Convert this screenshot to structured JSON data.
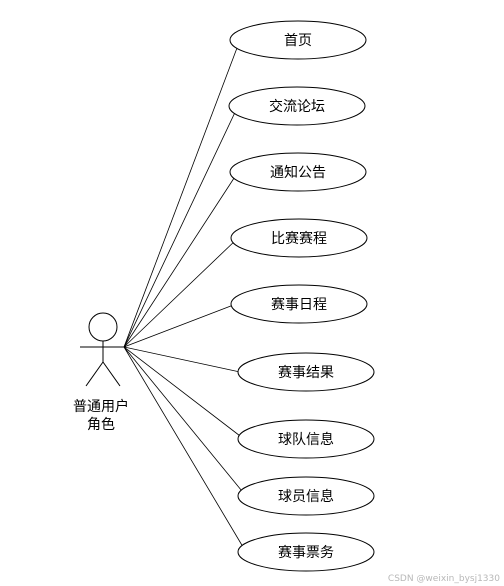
{
  "actor": {
    "label_line1": "普通用户",
    "label_line2": "角色"
  },
  "use_cases": [
    {
      "label": "首页"
    },
    {
      "label": "交流论坛"
    },
    {
      "label": "通知公告"
    },
    {
      "label": "比赛赛程"
    },
    {
      "label": "赛事日程"
    },
    {
      "label": "赛事结果"
    },
    {
      "label": "球队信息"
    },
    {
      "label": "球员信息"
    },
    {
      "label": "赛事票务"
    }
  ],
  "watermark": "CSDN @weixin_bysj1330",
  "colors": {
    "stroke": "#000000",
    "background": "#ffffff",
    "watermark": "#b8b8b8"
  }
}
